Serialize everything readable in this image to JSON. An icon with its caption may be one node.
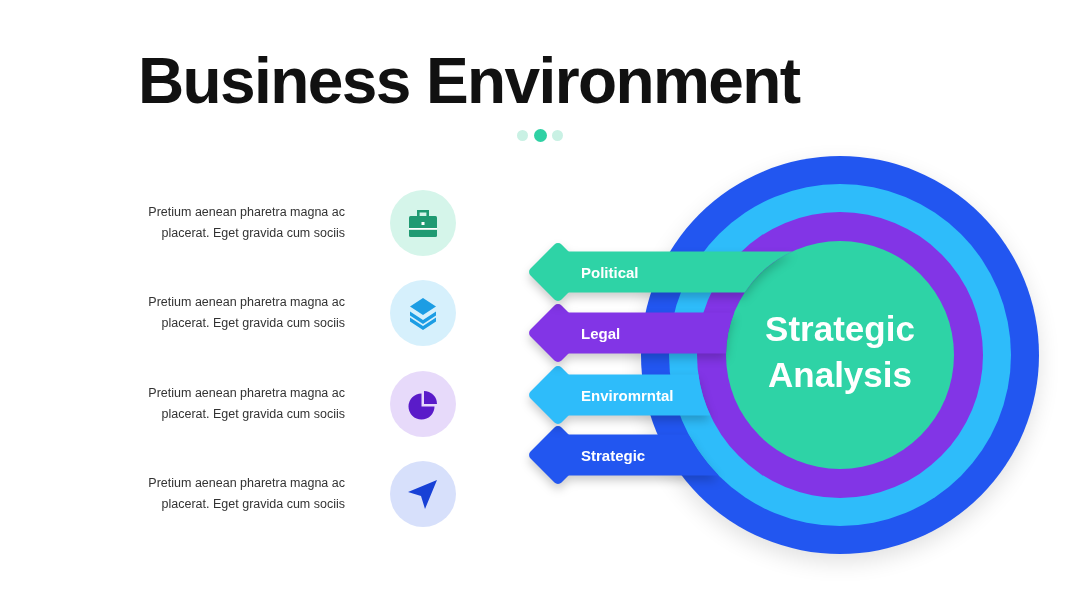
{
  "diagram": {
    "title": "Business Environment",
    "nodes": [
      {
        "text": [
          "Political"
        ]
      },
      {
        "text": [
          "Legal"
        ]
      },
      {
        "text": [
          "Enviromrntal"
        ]
      },
      {
        "text": [
          "Strategic"
        ]
      },
      {
        "text": [],
        "shape": "circle"
      },
      {
        "text": [],
        "shape": "circle",
        "in": 4
      },
      {
        "text": [],
        "shape": "circle",
        "in": 5
      },
      {
        "text": [
          "Strategic Analysis"
        ],
        "in": 6
      }
    ],
    "labels": [
      "Pretium aenean pharetra magna ac placerat. Eget gravida cum sociis",
      "Pretium aenean pharetra magna ac placerat. Eget gravida cum sociis",
      "Pretium aenean pharetra magna ac placerat. Eget gravida cum sociis",
      "Pretium aenean pharetra magna ac placerat. Eget gravida cum sociis"
    ]
  }
}
